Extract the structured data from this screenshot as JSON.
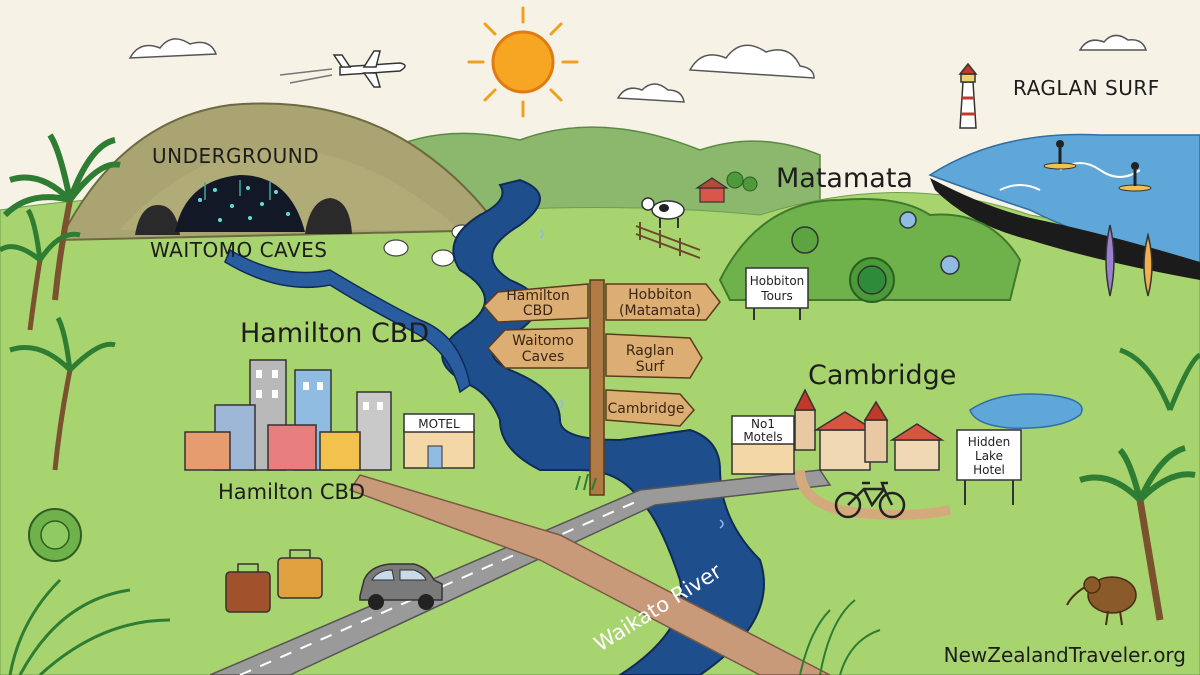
{
  "map": {
    "places": {
      "underground": "UNDERGROUND",
      "waitomo": "WAITOMO CAVES",
      "raglan": "RAGLAN SURF",
      "matamata": "Matamata",
      "hamilton_top": "Hamilton CBD",
      "hamilton_bottom": "Hamilton CBD",
      "cambridge": "Cambridge"
    },
    "signpost": {
      "arrows": [
        [
          "Hamilton",
          "CBD"
        ],
        [
          "Hobbiton",
          "(Matamata)"
        ],
        [
          "Waitomo",
          "Caves"
        ],
        [
          "Raglan",
          "Surf"
        ],
        [
          "Cambridge"
        ]
      ]
    },
    "boards": {
      "motel": "MOTEL",
      "no1_motels": [
        "No1",
        "Motels"
      ],
      "hobbiton_tours": [
        "Hobbiton",
        "Tours"
      ],
      "hidden_lake": [
        "Hidden",
        "Lake",
        "Hotel"
      ]
    },
    "river_name": "Waikato River",
    "website": "NewZealandTraveler.org",
    "colors": {
      "paper": "#f7f2e6",
      "grass": "#9ccf63",
      "hill": "#6fb14b",
      "river": "#1f4e8c",
      "ocean": "#5fa7d9",
      "road": "#9a9a9a",
      "sun": "#f6a623",
      "wood": "#dcae74"
    },
    "icons": [
      "sun-icon",
      "airplane-icon",
      "lighthouse-icon",
      "cow-icon",
      "sheep-icon",
      "palm-tree-icon",
      "kiwi-bird-icon",
      "bicycle-icon",
      "car-icon",
      "suitcase-icon",
      "surfer-icon",
      "surfboard-icon",
      "hobbit-hole-icon"
    ]
  }
}
